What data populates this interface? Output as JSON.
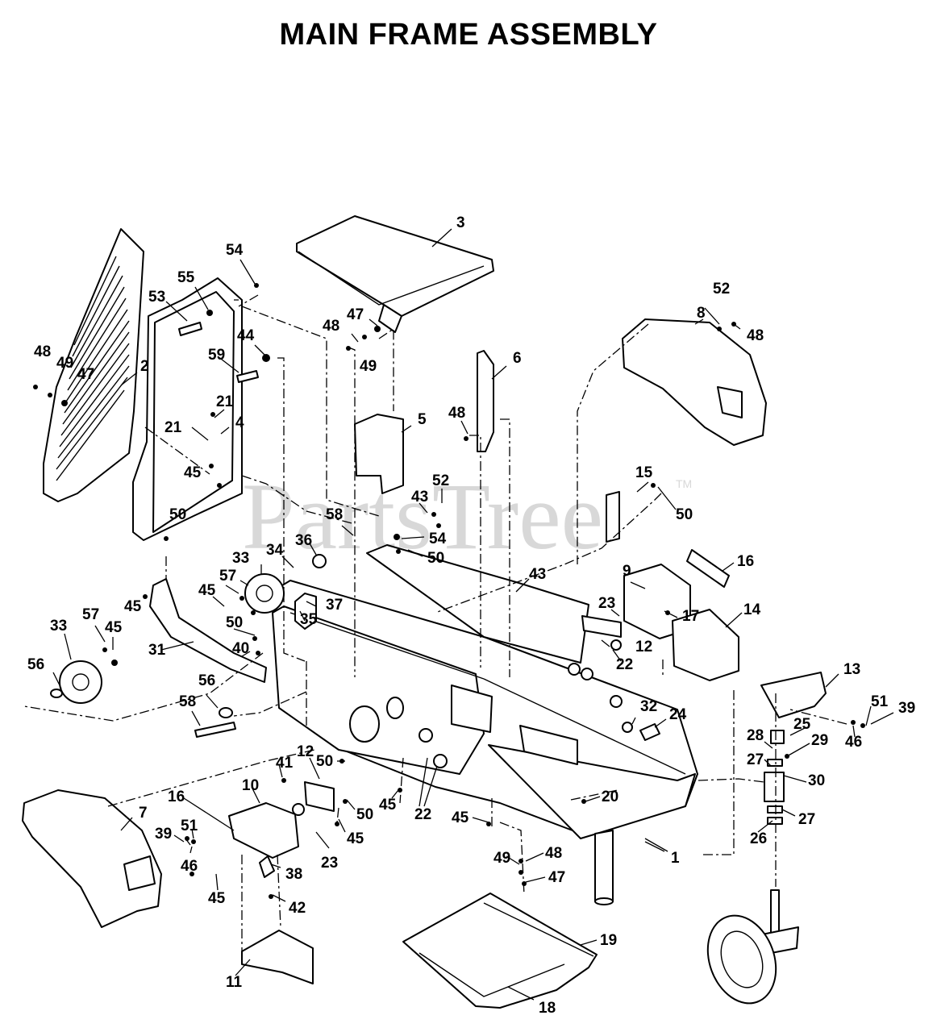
{
  "title": "MAIN FRAME ASSEMBLY",
  "watermark": {
    "text": "PartsTree",
    "trademark": "TM"
  },
  "callouts": [
    {
      "label": "3"
    },
    {
      "label": "54"
    },
    {
      "label": "55"
    },
    {
      "label": "53"
    },
    {
      "label": "47"
    },
    {
      "label": "48"
    },
    {
      "label": "49"
    },
    {
      "label": "44"
    },
    {
      "label": "59"
    },
    {
      "label": "48"
    },
    {
      "label": "49"
    },
    {
      "label": "47"
    },
    {
      "label": "2"
    },
    {
      "label": "21"
    },
    {
      "label": "21"
    },
    {
      "label": "4"
    },
    {
      "label": "45"
    },
    {
      "label": "50"
    },
    {
      "label": "52"
    },
    {
      "label": "8"
    },
    {
      "label": "48"
    },
    {
      "label": "6"
    },
    {
      "label": "5"
    },
    {
      "label": "48"
    },
    {
      "label": "15"
    },
    {
      "label": "50"
    },
    {
      "label": "52"
    },
    {
      "label": "43"
    },
    {
      "label": "58"
    },
    {
      "label": "54"
    },
    {
      "label": "50"
    },
    {
      "label": "36"
    },
    {
      "label": "34"
    },
    {
      "label": "33"
    },
    {
      "label": "57"
    },
    {
      "label": "45"
    },
    {
      "label": "45"
    },
    {
      "label": "35"
    },
    {
      "label": "37"
    },
    {
      "label": "43"
    },
    {
      "label": "16"
    },
    {
      "label": "9"
    },
    {
      "label": "14"
    },
    {
      "label": "23"
    },
    {
      "label": "17"
    },
    {
      "label": "12"
    },
    {
      "label": "22"
    },
    {
      "label": "33"
    },
    {
      "label": "57"
    },
    {
      "label": "45"
    },
    {
      "label": "31"
    },
    {
      "label": "50"
    },
    {
      "label": "40"
    },
    {
      "label": "56"
    },
    {
      "label": "56"
    },
    {
      "label": "58"
    },
    {
      "label": "13"
    },
    {
      "label": "51"
    },
    {
      "label": "39"
    },
    {
      "label": "46"
    },
    {
      "label": "32"
    },
    {
      "label": "24"
    },
    {
      "label": "25"
    },
    {
      "label": "28"
    },
    {
      "label": "29"
    },
    {
      "label": "27"
    },
    {
      "label": "30"
    },
    {
      "label": "27"
    },
    {
      "label": "26"
    },
    {
      "label": "20"
    },
    {
      "label": "1"
    },
    {
      "label": "12"
    },
    {
      "label": "41"
    },
    {
      "label": "50"
    },
    {
      "label": "45"
    },
    {
      "label": "50"
    },
    {
      "label": "22"
    },
    {
      "label": "45"
    },
    {
      "label": "45"
    },
    {
      "label": "10"
    },
    {
      "label": "16"
    },
    {
      "label": "7"
    },
    {
      "label": "39"
    },
    {
      "label": "51"
    },
    {
      "label": "46"
    },
    {
      "label": "23"
    },
    {
      "label": "38"
    },
    {
      "label": "45"
    },
    {
      "label": "42"
    },
    {
      "label": "49"
    },
    {
      "label": "48"
    },
    {
      "label": "47"
    },
    {
      "label": "19"
    },
    {
      "label": "11"
    },
    {
      "label": "18"
    }
  ]
}
